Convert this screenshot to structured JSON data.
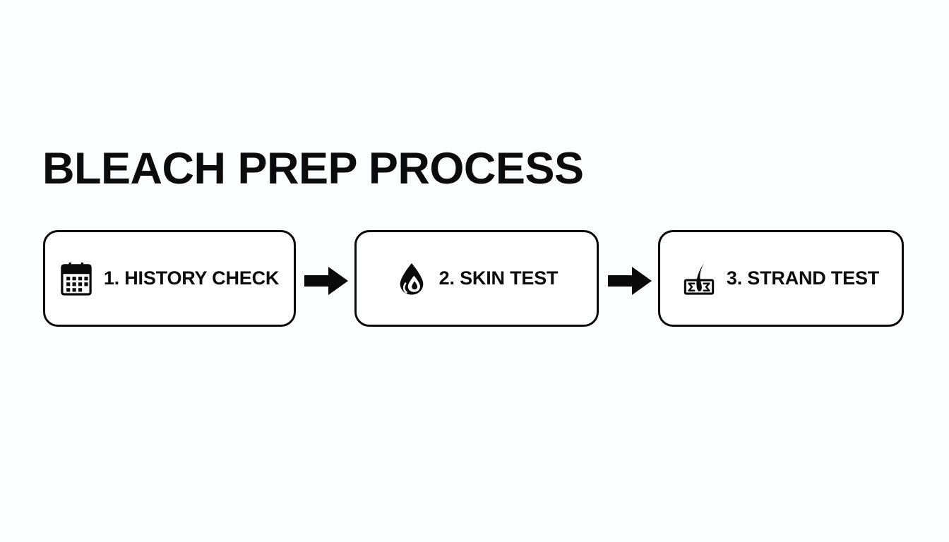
{
  "page": {
    "title": "BLEACH PREP PROCESS",
    "background_color": "#fcfdfe",
    "ink_color": "#0c0c0c",
    "card_fill_color": "#ffffff",
    "card_border_color": "#0a0a0a"
  },
  "flow": {
    "steps": [
      {
        "number": "1",
        "label": "1. HISTORY CHECK",
        "icon": "calendar-icon"
      },
      {
        "number": "2",
        "label": "2. SKIN TEST",
        "icon": "water-droplet-icon"
      },
      {
        "number": "3",
        "label": "3. STRAND TEST",
        "icon": "hair-follicle-icon"
      }
    ],
    "connectors": [
      {
        "icon": "arrow-right-icon"
      },
      {
        "icon": "arrow-right-icon"
      }
    ]
  }
}
